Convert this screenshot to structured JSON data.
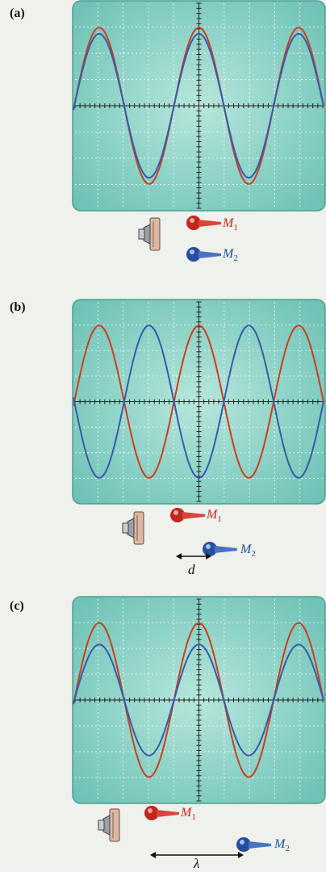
{
  "panels": [
    {
      "label": "(a)",
      "mic1": "M",
      "mic1_sub": "1",
      "mic2": "M",
      "mic2_sub": "2",
      "dimension": ""
    },
    {
      "label": "(b)",
      "mic1": "M",
      "mic1_sub": "1",
      "mic2": "M",
      "mic2_sub": "2",
      "dimension": "d"
    },
    {
      "label": "(c)",
      "mic1": "M",
      "mic1_sub": "1",
      "mic2": "M",
      "mic2_sub": "2",
      "dimension": "λ"
    }
  ],
  "colors": {
    "screen": "#6fc3b6",
    "screen_light": "#b7e6dc",
    "red_trace": "#c8401f",
    "blue_trace": "#3b5aa8",
    "mic_red": "#c0281f",
    "mic_blue": "#244f9e"
  },
  "traces": {
    "a": {
      "red_amplitude": 1.0,
      "blue_amplitude": 0.92,
      "blue_phase_shift_cycles": 0.0
    },
    "b": {
      "red_amplitude": 1.0,
      "blue_amplitude": 1.0,
      "blue_phase_shift_cycles": 0.5
    },
    "c": {
      "red_amplitude": 1.0,
      "blue_amplitude": 0.72,
      "blue_phase_shift_cycles": 0.0
    }
  }
}
